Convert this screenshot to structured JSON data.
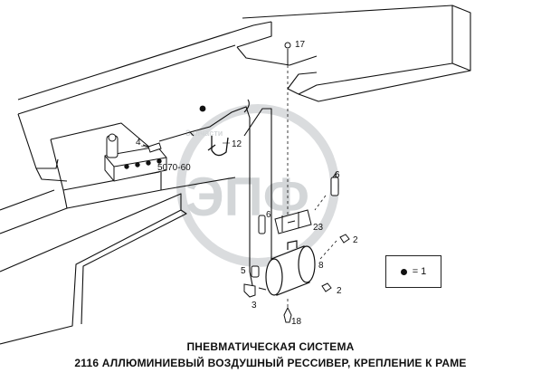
{
  "callouts": {
    "c17": "17",
    "c4": "4",
    "c12": "12",
    "c5070": "5070-60",
    "c6a": "6",
    "c6b": "6",
    "c23": "23",
    "c2a": "2",
    "c8": "8",
    "c5": "5",
    "c2b": "2",
    "c3": "3",
    "c18": "18"
  },
  "legend": {
    "value": "= 1",
    "icon": "filled-dot-icon"
  },
  "watermark": {
    "line1": "Запчасти",
    "line2": "ЭПФ"
  },
  "caption": {
    "line1": "ПНЕВМАТИЧЕСКАЯ СИСТЕМА",
    "line2": "2116  АЛЛЮМИНИЕВЫЙ ВОЗДУШНЫЙ РЕССИВЕР, КРЕПЛЕНИЕ К РАМЕ"
  },
  "colors": {
    "line": "#111111",
    "watermark": "#d3d6d8"
  }
}
